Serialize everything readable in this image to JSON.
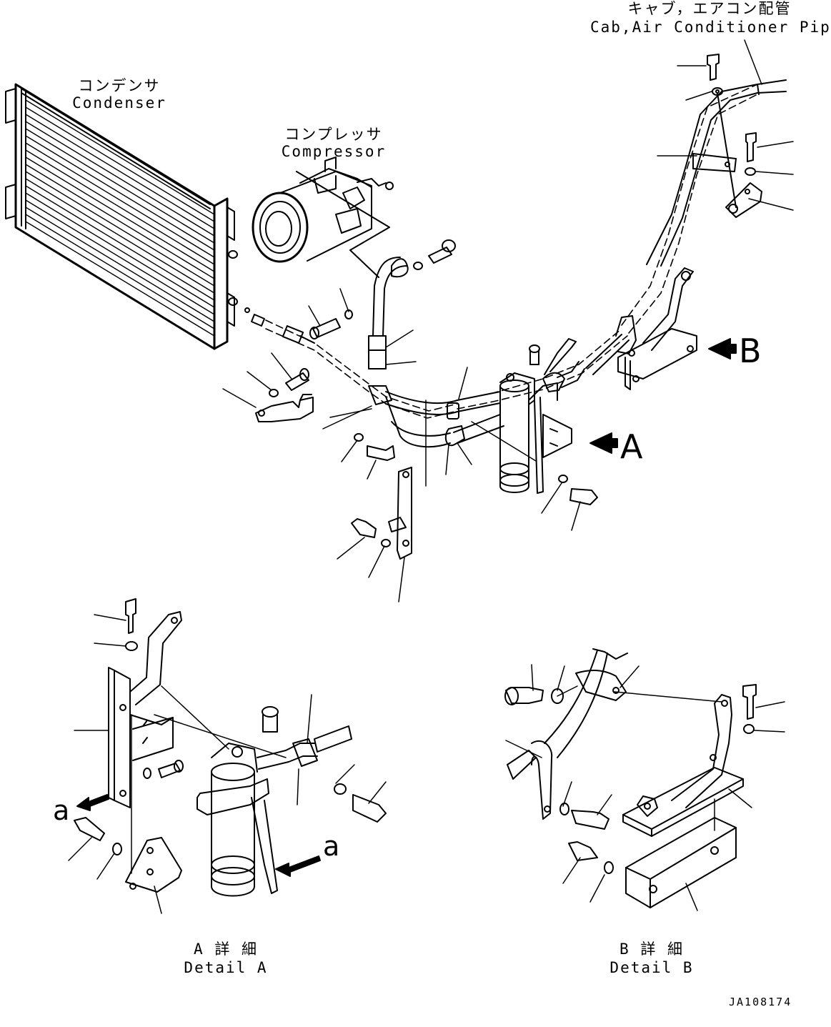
{
  "labels": {
    "cab_piping_jp": "キャブ，エアコン配管",
    "cab_piping_en": "Cab,Air Conditioner Piping",
    "condenser_jp": "コンデンサ",
    "condenser_en": "Condenser",
    "compressor_jp": "コンプレッサ",
    "compressor_en": "Compressor",
    "arrow_a": "A",
    "arrow_b": "B",
    "ref_a_1": "a",
    "ref_a_2": "a",
    "detail_a_jp": "A 詳 細",
    "detail_a_en": "Detail A",
    "detail_b_jp": "B 詳 細",
    "detail_b_en": "Detail B",
    "drawing_id": "JA108174"
  }
}
